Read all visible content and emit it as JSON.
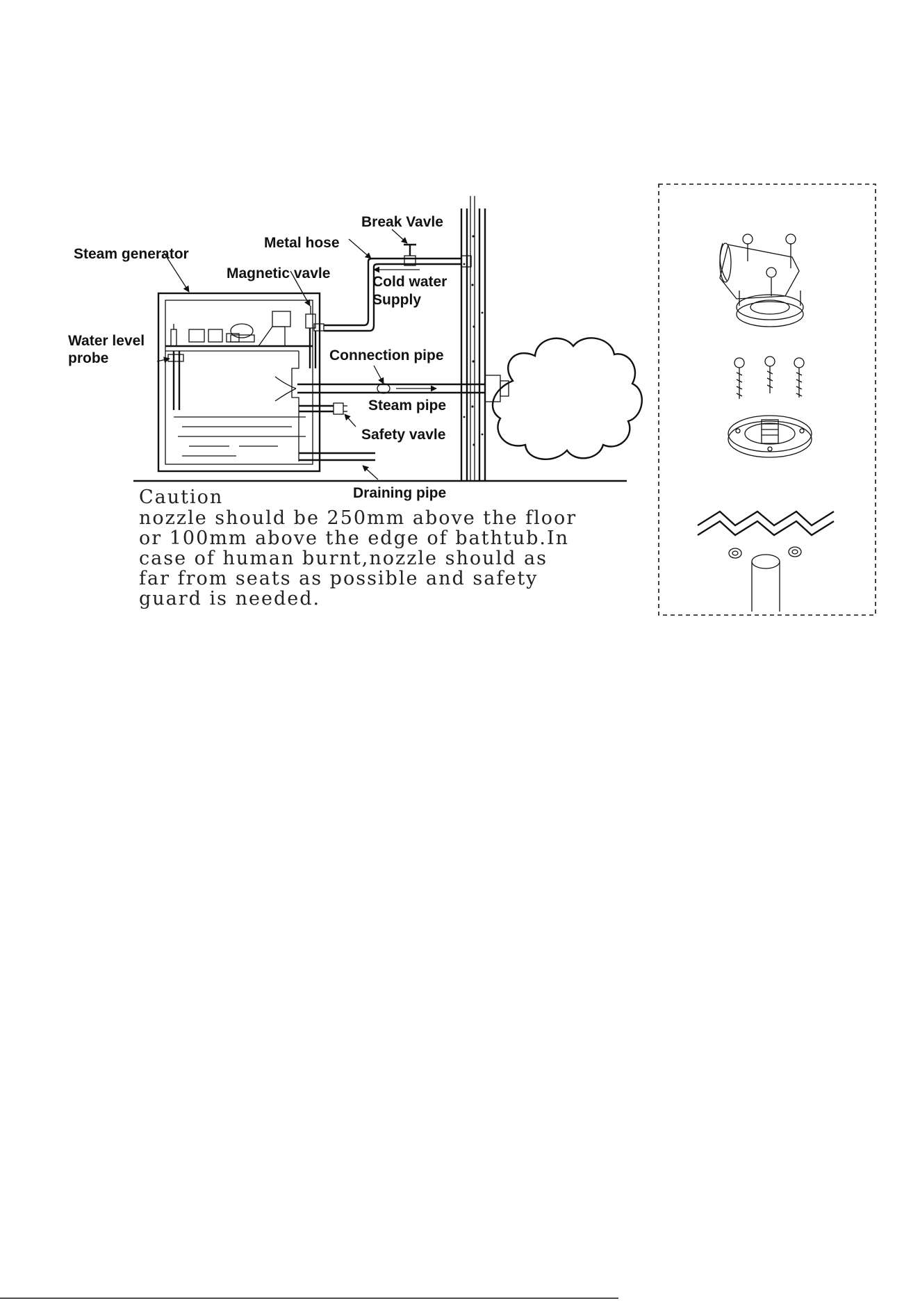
{
  "labels": {
    "steam_generator": "Steam generator",
    "water_level_probe_1": "Water level",
    "water_level_probe_2": "probe",
    "magnetic_valve": "Magnetic vavle",
    "metal_hose": "Metal hose",
    "break_valve": "Break Vavle",
    "cold_water_1": "Cold water",
    "cold_water_2": "Supply",
    "connection_pipe": "Connection pipe",
    "steam_pipe": "Steam pipe",
    "safety_valve": "Safety vavle",
    "draining_pipe": "Draining pipe"
  },
  "caution": {
    "title": "Caution",
    "lines": [
      "nozzle should be 250mm above the floor",
      "or 100mm above the edge of bathtub.In",
      "case of human burnt,nozzle should as",
      "far from seats as possible and safety",
      "guard is needed."
    ]
  }
}
